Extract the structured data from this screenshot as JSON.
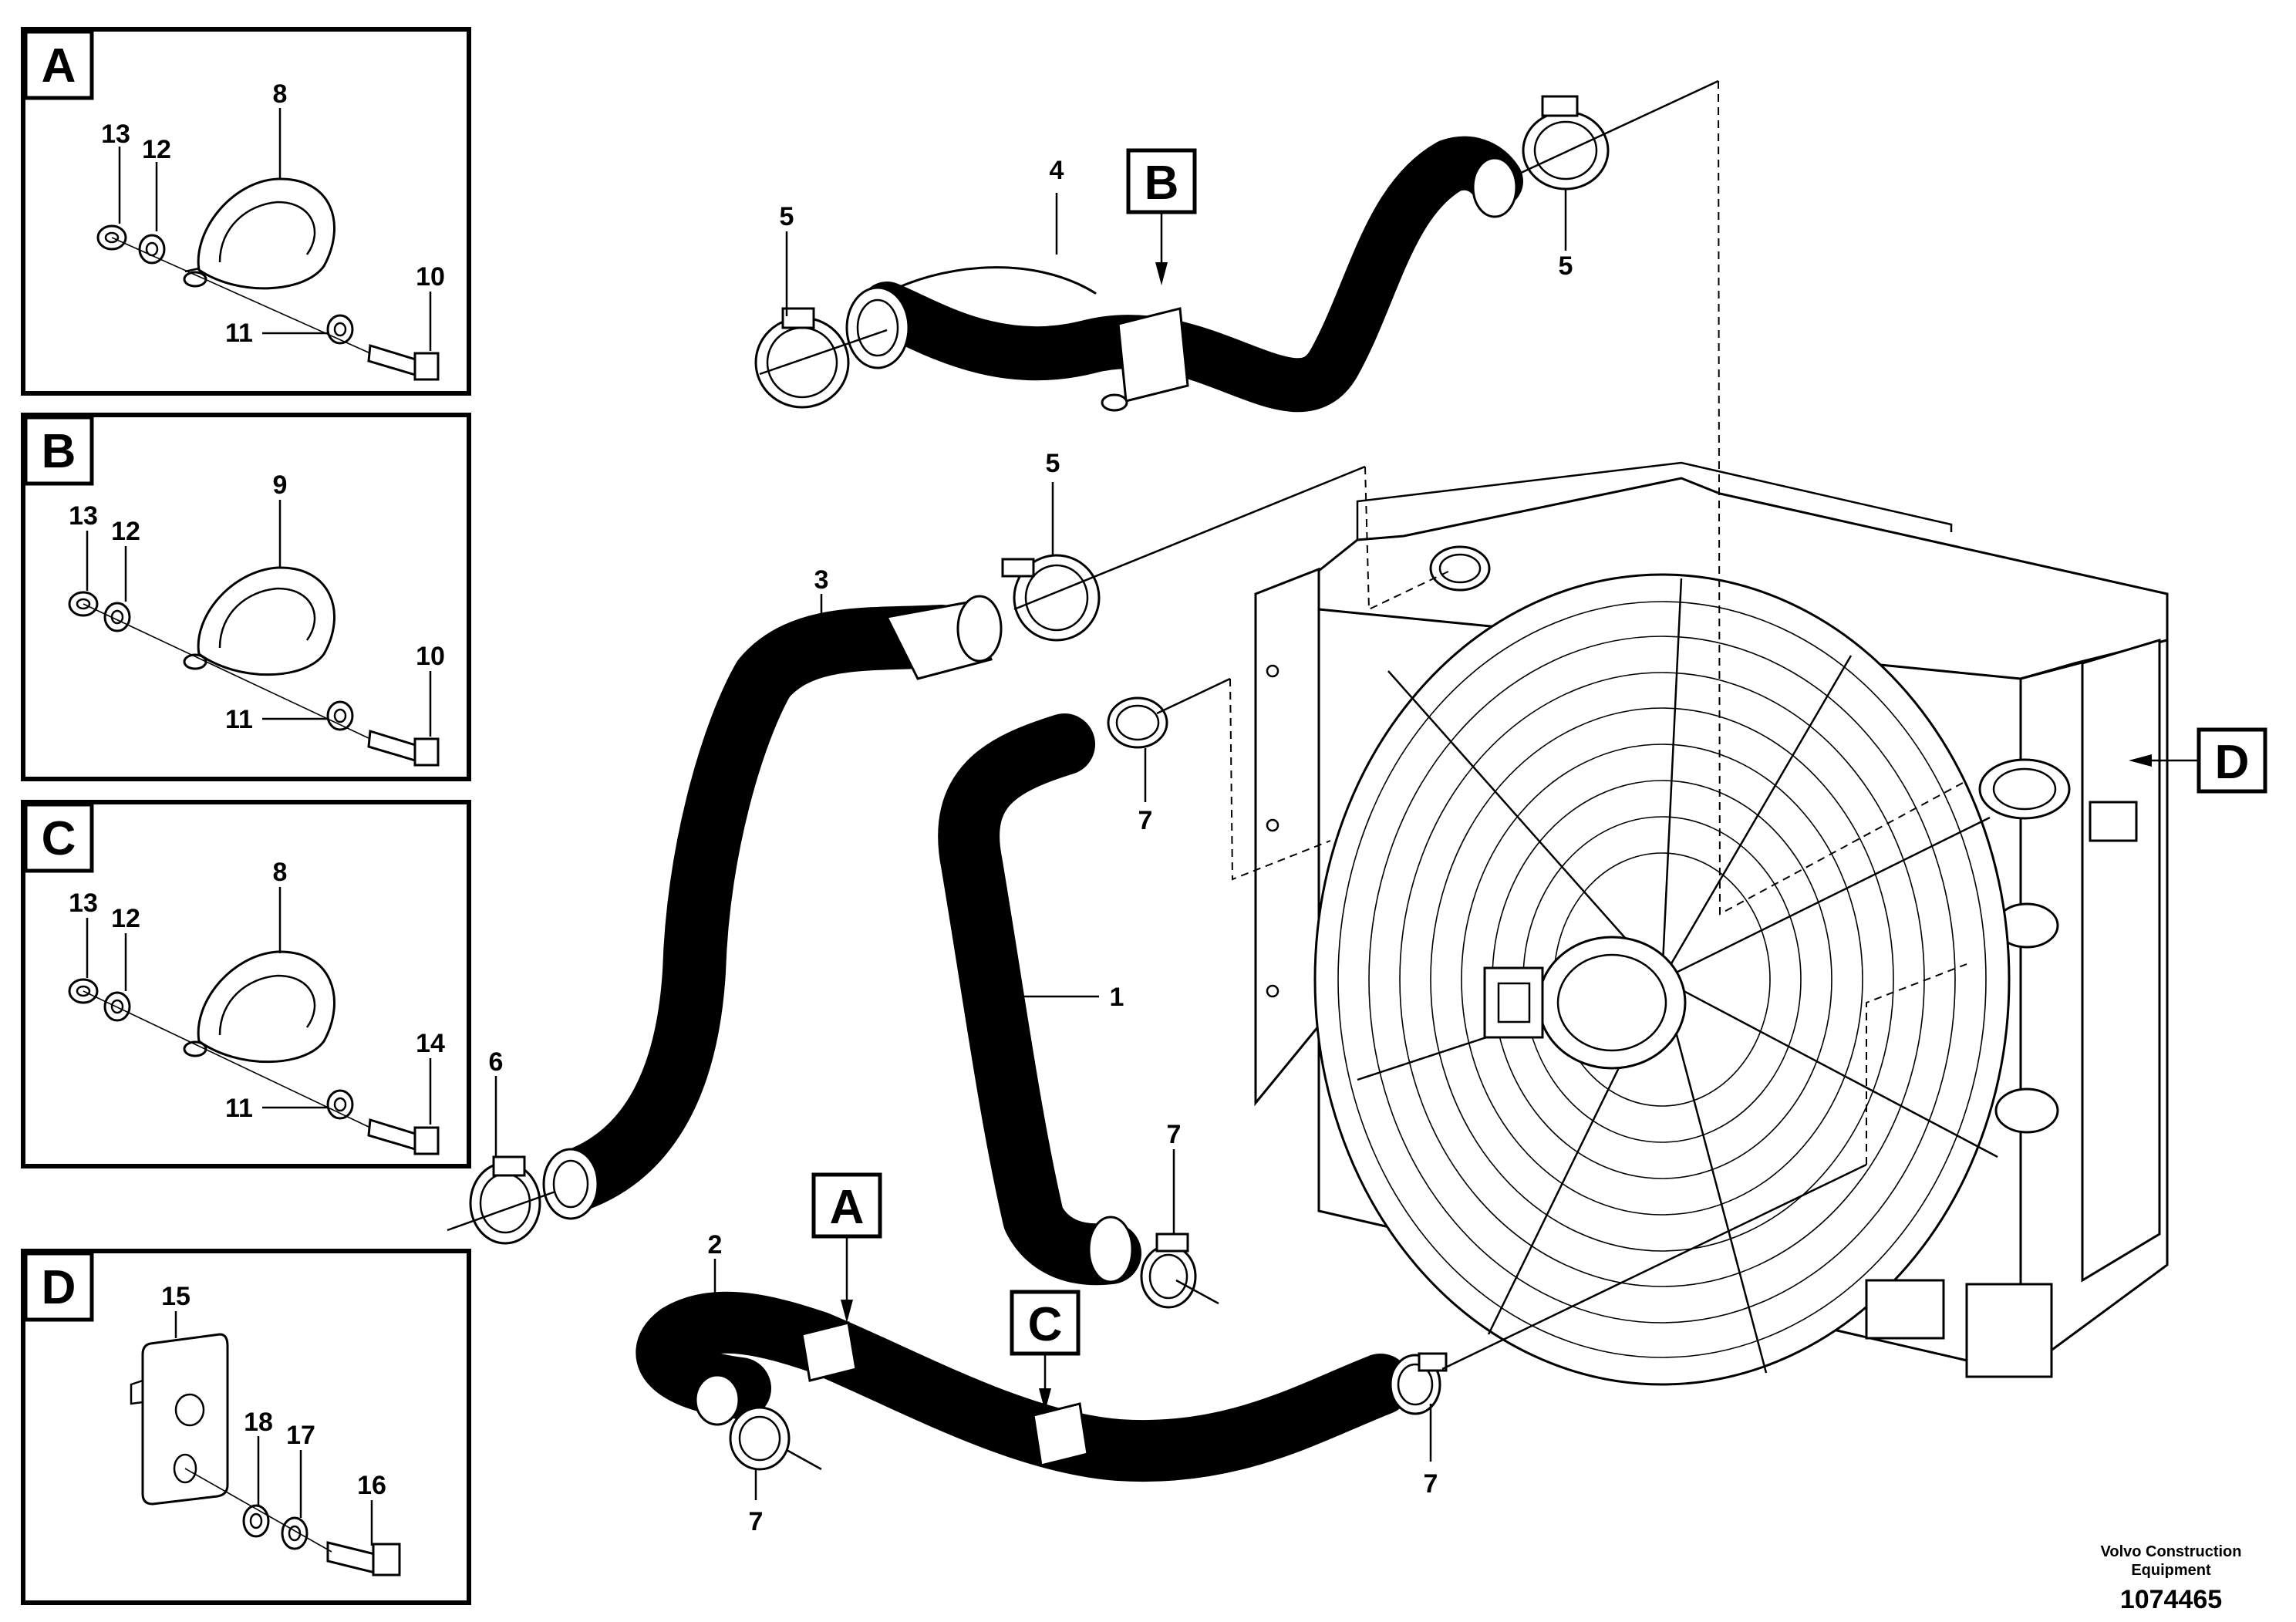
{
  "detail_boxes": [
    {
      "letter": "A",
      "labels": [
        "13",
        "12",
        "8",
        "10",
        "11"
      ]
    },
    {
      "letter": "B",
      "labels": [
        "13",
        "12",
        "9",
        "10",
        "11"
      ]
    },
    {
      "letter": "C",
      "labels": [
        "13",
        "12",
        "8",
        "14",
        "11"
      ]
    },
    {
      "letter": "D",
      "labels": [
        "15",
        "18",
        "17",
        "16"
      ]
    }
  ],
  "main_tags": [
    "B",
    "A",
    "C",
    "D"
  ],
  "part_numbers": {
    "hose_upper": "4",
    "clamp_upper_left": "5",
    "clamp_upper_right": "5",
    "clamp_mid": "5",
    "hose_long": "3",
    "clamp_hose3_end": "6",
    "hose_middle": "1",
    "clamp_hose1_top": "7",
    "clamp_hose1_bottom": "7",
    "hose_lower": "2",
    "clamp_hose2_left": "7",
    "clamp_hose2_right": "7"
  },
  "caption": {
    "line1": "Volvo Construction",
    "line2": "Equipment",
    "number": "1074465"
  },
  "icons": [
    "hose-icon",
    "hose-clamp-icon",
    "radiator-fan-icon",
    "bracket-icon",
    "bolt-icon",
    "washer-icon",
    "nut-icon"
  ]
}
